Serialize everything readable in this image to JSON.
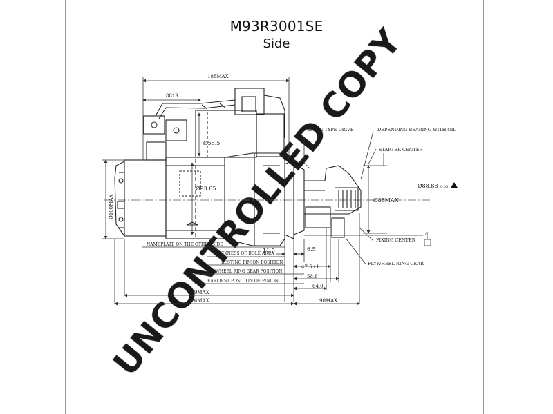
{
  "header": {
    "title": "M93R3001SE",
    "subtitle": "Side"
  },
  "watermark": "UNCONTROLLED COPY",
  "dimensions": {
    "overall_top": "188MAX",
    "top_small": "8819",
    "dia_solenoid": "Ø55.5",
    "dia_body": "Ø93.65",
    "dia_left": "Ø100MAX",
    "dia_pinion": "Ø85MAX",
    "dia_flange": "Ø88.88",
    "flange_tol": "0.05",
    "d_11_5": "11.5",
    "d_6_5": "6.5",
    "d_47_5": "47.5±1",
    "d_58_8": "58.8",
    "d_64_0": "64.0",
    "d_219_max": "219MAX",
    "d_226_max": "226MAX",
    "d_90_max": "90MAX",
    "datum": "A"
  },
  "labels": {
    "sprag": "SPRAG TYPE DRIVE",
    "bearing": "DEPENDING BEARING WITH OIL",
    "starter_center": "STARTER CENTER",
    "fixing_center": "FIXING CENTER",
    "flywheel_ring_gear": "FLYWHEEL RING GEAR",
    "nameplate": "NAMEPLATE ON THE OTHER SIDE",
    "thickness": "THICKNESS OF BOLE AREA",
    "resting": "RESTING PINION POSITION",
    "flywheel_pos": "FLYWHEEL RING GEAR POSITION",
    "earliest": "EARLIEST POSITION OF PINION"
  },
  "colors": {
    "line": "#222222",
    "dim": "#333333",
    "watermark": "#d9d9d9",
    "frame": "#9a9a9a"
  }
}
